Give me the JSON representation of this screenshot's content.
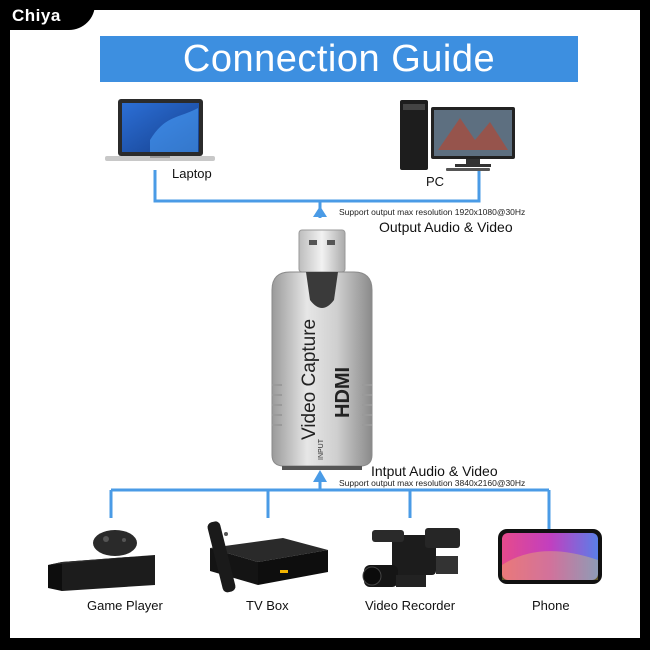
{
  "brand": {
    "name": "Chiya"
  },
  "title": "Connection Guide",
  "output": {
    "note": "Support output max resolution 1920x1080@30Hz",
    "label": "Output Audio & Video",
    "devices": [
      {
        "label": "Laptop",
        "icon": "laptop-icon"
      },
      {
        "label": "PC",
        "icon": "pc-icon"
      }
    ]
  },
  "device": {
    "text": "Video Capture",
    "logo": "HDMI",
    "port": "INPUT"
  },
  "input": {
    "label": "Intput Audio & Video",
    "note": "Support output max resolution 3840x2160@30Hz",
    "devices": [
      {
        "label": "Game Player",
        "icon": "game-console-icon"
      },
      {
        "label": "TV Box",
        "icon": "tv-box-icon"
      },
      {
        "label": "Video Recorder",
        "icon": "video-camera-icon"
      },
      {
        "label": "Phone",
        "icon": "phone-icon"
      }
    ]
  },
  "colors": {
    "accent": "#3d8fe0",
    "line": "#4a9be6",
    "frame": "#000000"
  }
}
